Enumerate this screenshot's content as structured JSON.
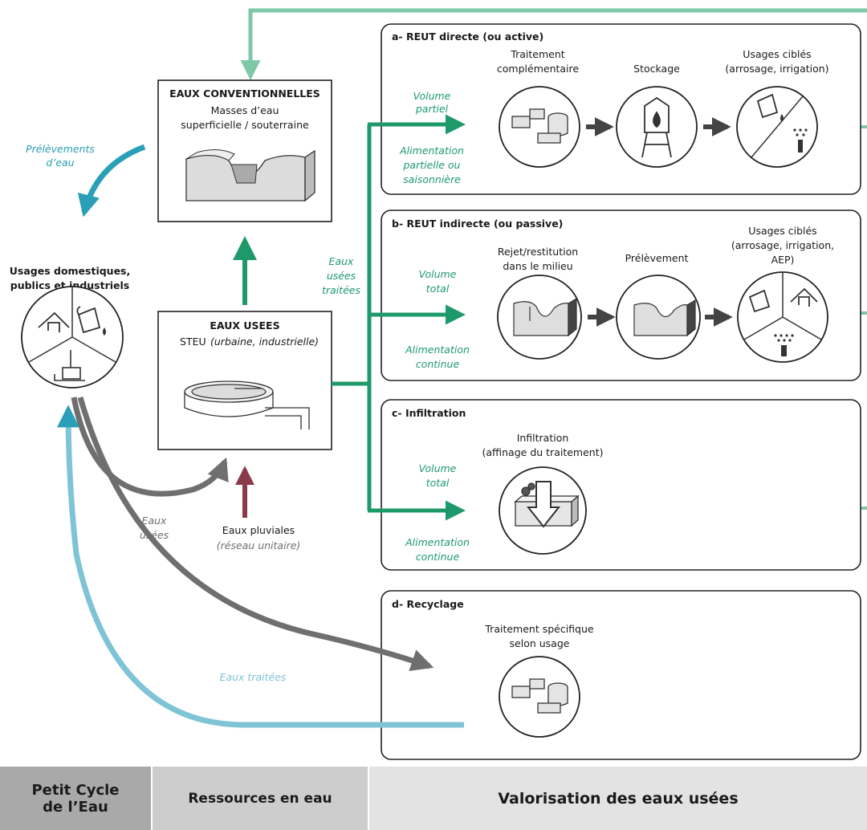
{
  "conventionnelles": {
    "title": "EAUX CONVENTIONNELLES",
    "line1": "Masses d’eau",
    "line2": "superficielle / souterraine"
  },
  "usees": {
    "title": "EAUX USEES",
    "steu": "STEU",
    "steu_detail": "(urbaine, industrielle)"
  },
  "usages_domestiques": {
    "line1": "Usages domestiques,",
    "line2": "publics et industriels"
  },
  "labels": {
    "prelevements_1": "Prélèvements",
    "prelevements_2": "d’eau",
    "eaux_traitees_1": "Eaux",
    "eaux_traitees_2": "usées",
    "eaux_traitees_3": "traitées",
    "eaux_usees_1": "Eaux",
    "eaux_usees_2": "usées",
    "pluviales_1": "Eaux pluviales",
    "pluviales_2": "(réseau unitaire)",
    "eaux_traitees_return": "Eaux traitées"
  },
  "panel_a": {
    "title": "a- REUT directe (ou active)",
    "step1_1": "Traitement",
    "step1_2": "complémentaire",
    "step2": "Stockage",
    "step3_1": "Usages ciblés",
    "step3_2": "(arrosage, irrigation)",
    "vol_1": "Volume",
    "vol_2": "partiel",
    "alim_1": "Alimentation",
    "alim_2": "partielle ou",
    "alim_3": "saisonnière"
  },
  "panel_b": {
    "title": "b- REUT indirecte (ou passive)",
    "step1_1": "Rejet/restitution",
    "step1_2": "dans le milieu",
    "step2": "Prélèvement",
    "step3_1": "Usages ciblés",
    "step3_2": "(arrosage, irrigation,",
    "step3_3": "AEP)",
    "vol_1": "Volume",
    "vol_2": "total",
    "alim_1": "Alimentation",
    "alim_2": "continue"
  },
  "panel_c": {
    "title": "c- Infiltration",
    "step1_1": "Infiltration",
    "step1_2": "(affinage du traitement)",
    "vol_1": "Volume",
    "vol_2": "total",
    "alim_1": "Alimentation",
    "alim_2": "continue"
  },
  "panel_d": {
    "title": "d- Recyclage",
    "step1_1": "Traitement spécifique",
    "step1_2": "selon usage"
  },
  "footer": {
    "col1_1": "Petit Cycle",
    "col1_2": "de l’Eau",
    "col2": "Ressources en eau",
    "col3": "Valorisation des eaux usées"
  },
  "icons": [
    "water-drop-icon",
    "watering-can-icon",
    "tap-house-icon",
    "factory-icon",
    "water-tower-icon",
    "sprinkler-icon",
    "treatment-tanks-icon",
    "terrain-block-icon",
    "infiltration-arrow-icon",
    "round-basin-icon"
  ],
  "colors": {
    "green": "#1e9a6a",
    "teal": "#2a9fb8",
    "grey": "#6f6f6f",
    "maroon": "#8a3a4a",
    "light_blue": "#7fc3d6"
  }
}
